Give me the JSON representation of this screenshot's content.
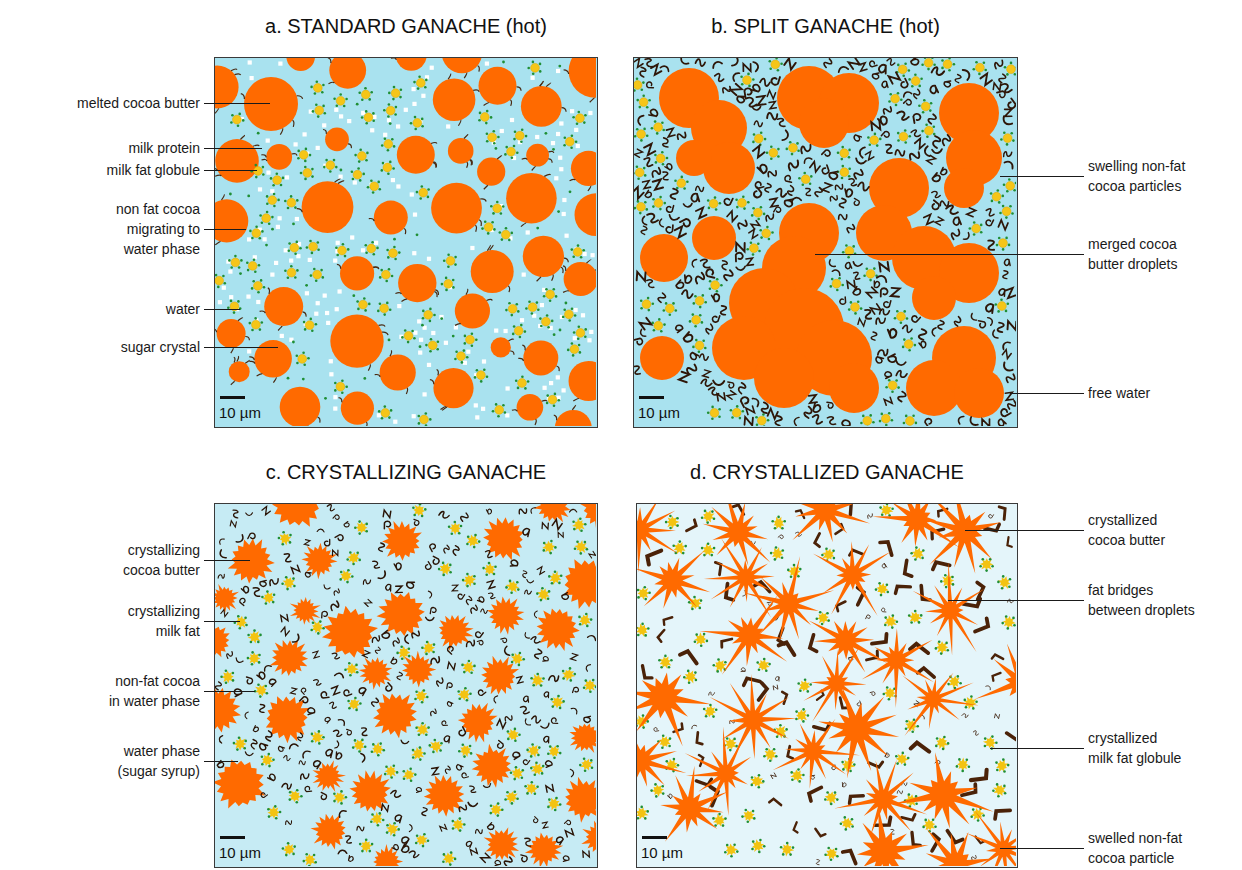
{
  "diagram": {
    "nodes": [
      {
        "text": [
          "a. STANDARD GANACHE (hot)"
        ]
      },
      {
        "text": [
          "b. SPLIT GANACHE (hot)"
        ]
      },
      {
        "text": [
          "c. CRYSTALLIZING GANACHE"
        ]
      },
      {
        "text": [
          "d. CRYSTALLIZED GANACHE"
        ]
      }
    ],
    "labels": [
      "melted cocoa butter",
      "milk protein",
      "milk fat globule",
      "non fat cocoa migrating to water phase",
      "water",
      "sugar crystal",
      "10 µm",
      "swelling non-fat cocoa particles",
      "merged cocoa butter droplets",
      "free water",
      "10 µm",
      "crystallizing cocoa butter",
      "crystallizing milk fat",
      "non-fat cocoa in water phase",
      "water phase (sugar syrup)",
      "10 µm",
      "crystallized cocoa butter",
      "fat bridges between droplets",
      "crystallized milk fat globule",
      "swelled non-fat cocoa particle",
      "10 µm"
    ]
  }
}
